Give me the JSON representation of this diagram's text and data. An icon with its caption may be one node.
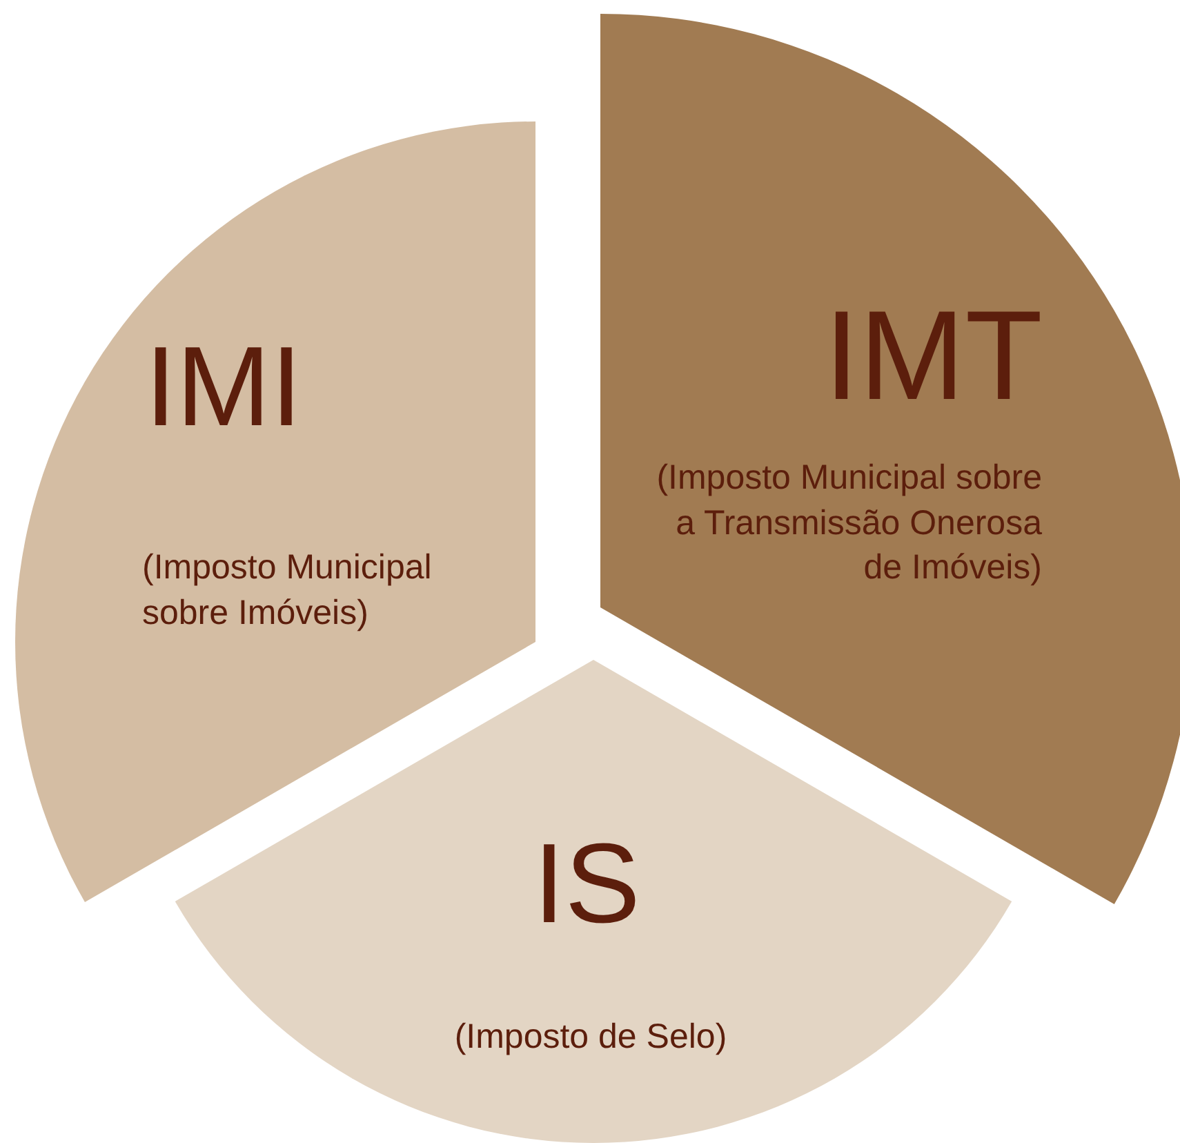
{
  "diagram": {
    "nodes": [
      {
        "text": [
          "IMI",
          "(Imposto Municipal sobre Imóveis)"
        ]
      },
      {
        "text": [
          "IMT",
          "(Imposto Municipal sobre a Transmissão Onerosa de Imóveis)"
        ]
      },
      {
        "text": [
          "IS",
          "(Imposto de Selo)"
        ]
      }
    ]
  }
}
